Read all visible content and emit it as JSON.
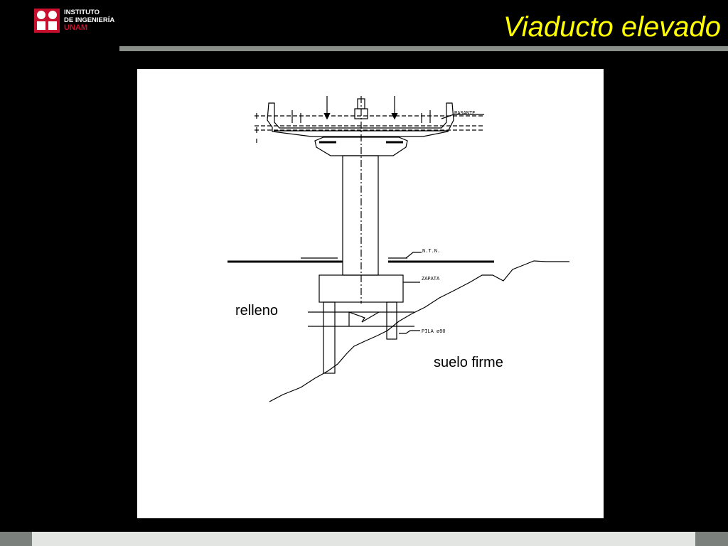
{
  "header": {
    "title": "Viaducto elevado",
    "logo": {
      "line1": "INSTITUTO",
      "line2": "DE INGENIERÍA",
      "line3": "UNAM"
    }
  },
  "diagram": {
    "labels": {
      "relleno": "relleno",
      "suelo_firme": "suelo firme",
      "rasante": "RASANTE",
      "ntn": "N.T.N.",
      "zapata": "ZAPATA",
      "pila": "PILA ø90"
    }
  },
  "colors": {
    "background": "#000000",
    "title": "#ffff00",
    "logo_red": "#c8102e",
    "title_bar": "#8a8f8a",
    "panel": "#ffffff"
  }
}
